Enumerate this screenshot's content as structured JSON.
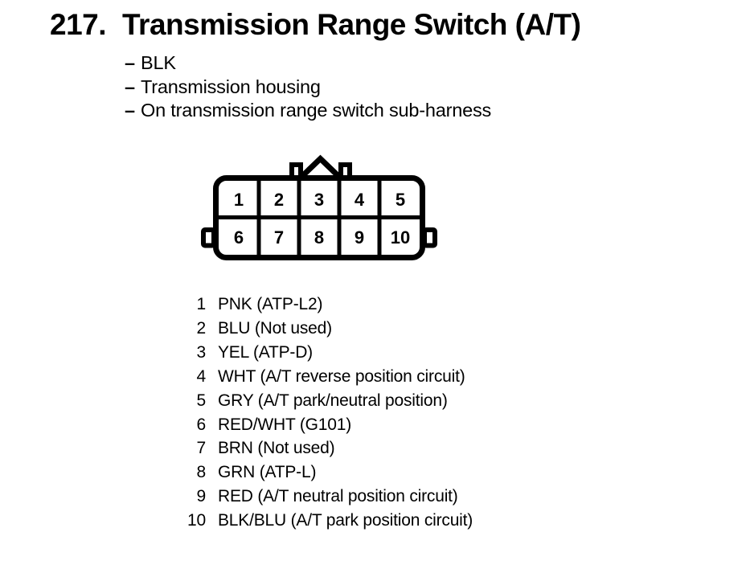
{
  "title": {
    "number": "217.",
    "text": "Transmission Range Switch (A/T)"
  },
  "notes": {
    "dash": "–",
    "items": [
      "BLK",
      "Transmission housing",
      "On transmission range switch sub-harness"
    ]
  },
  "connector": {
    "rows": 2,
    "cols": 5
  },
  "pins": [
    {
      "num": "1",
      "label": "PNK (ATP-L2)"
    },
    {
      "num": "2",
      "label": "BLU (Not used)"
    },
    {
      "num": "3",
      "label": "YEL (ATP-D)"
    },
    {
      "num": "4",
      "label": "WHT (A/T reverse position circuit)"
    },
    {
      "num": "5",
      "label": "GRY (A/T park/neutral position)"
    },
    {
      "num": "6",
      "label": "RED/WHT (G101)"
    },
    {
      "num": "7",
      "label": "BRN (Not used)"
    },
    {
      "num": "8",
      "label": "GRN (ATP-L)"
    },
    {
      "num": "9",
      "label": "RED (A/T neutral position circuit)"
    },
    {
      "num": "10",
      "label": "BLK/BLU (A/T park position circuit)"
    }
  ],
  "colors": {
    "ink": "#000000",
    "paper": "#ffffff"
  }
}
